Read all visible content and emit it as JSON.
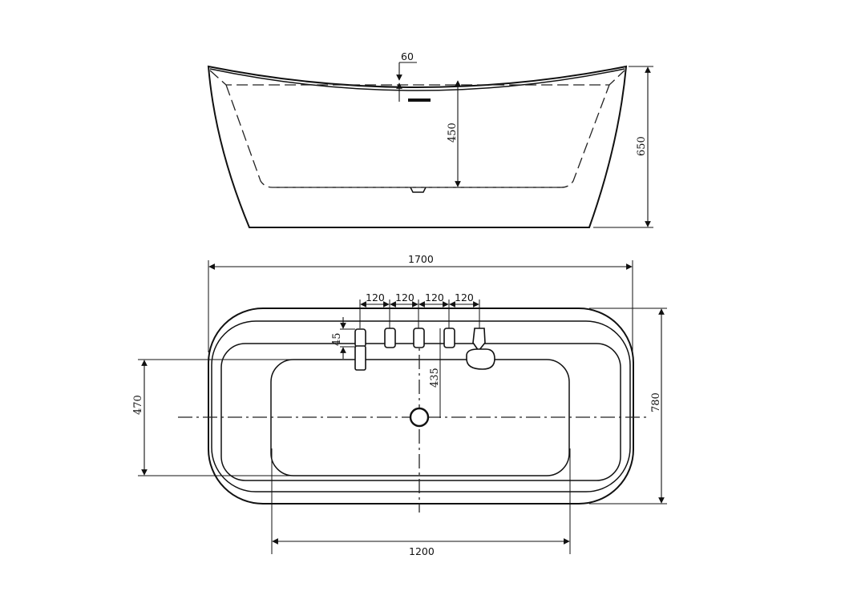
{
  "drawing": {
    "dimensions": {
      "overflow_offset": "60",
      "inner_depth": "450",
      "total_height": "650",
      "total_length": "1700",
      "tap_spacing_1": "120",
      "tap_spacing_2": "120",
      "tap_spacing_3": "120",
      "tap_spacing_4": "120",
      "spout_offset": "45",
      "drain_to_taps": "435",
      "inner_width": "470",
      "total_width": "780",
      "inner_length": "1200"
    }
  }
}
